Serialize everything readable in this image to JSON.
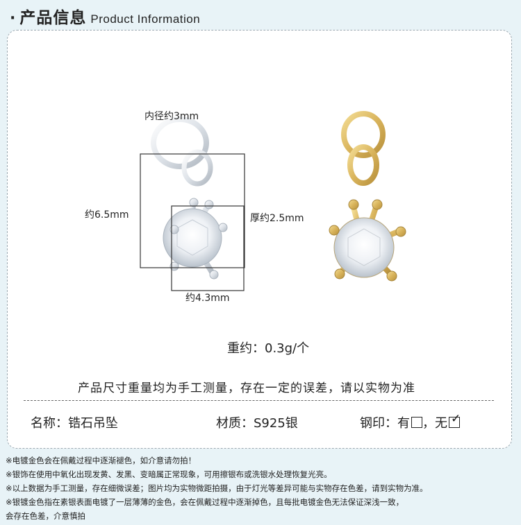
{
  "header": {
    "bullet": "·",
    "title_cn": "产品信息",
    "title_en": "Product Information"
  },
  "product_image": {
    "dimensions": {
      "inner_diameter": "内径约3mm",
      "height": "约6.5mm",
      "thickness": "厚约2.5mm",
      "width": "约4.3mm"
    }
  },
  "weight_label": "重约：0.3g/个",
  "disclaimer": "产品尺寸重量均为手工测量，存在一定的误差，请以实物为准",
  "specs": {
    "name": "名称：锆石吊坠",
    "material": "材质：S925银",
    "stamp_label": "钢印：有",
    "stamp_sep": "，无"
  },
  "footer_notes": [
    "※电镀金色会在佩戴过程中逐渐褪色，如介意请勿拍！",
    "※银饰在使用中氧化出现发黄、发黑、变暗属正常现象，可用擦银布或洗银水处理恢复光亮。",
    "※以上数据为手工测量，存在细微误差；图片均为实物微距拍摄，由于灯光等差异可能与实物存在色差，请到实物为准。",
    "※银镀金色指在素银表面电镀了一层薄薄的金色，会在佩戴过程中逐渐掉色，且每批电镀金色无法保证深浅一致，",
    "会存在色差，介意慎拍"
  ],
  "colors": {
    "background": "#e8f3f7",
    "card": "#ffffff",
    "gold": "#d9b45c",
    "silver": "#d8dde3"
  }
}
